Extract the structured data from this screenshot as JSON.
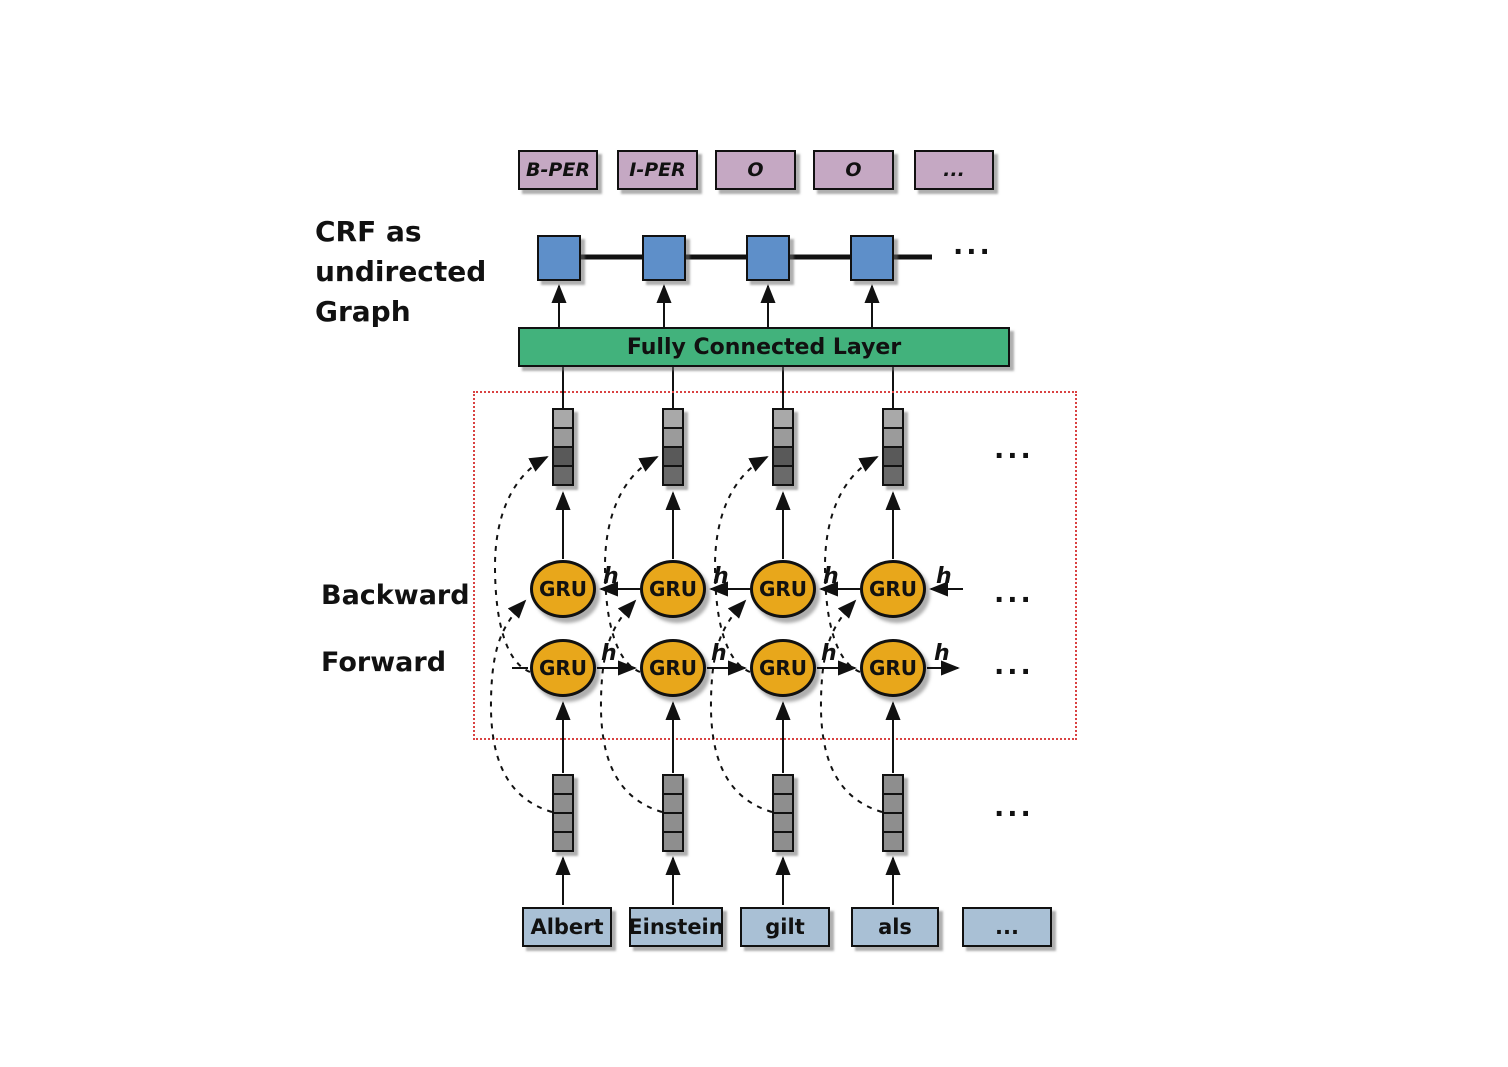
{
  "caption": {
    "lines": [
      "CRF as",
      "undirected",
      "Graph"
    ]
  },
  "row_labels": {
    "backward": "Backward",
    "forward": "Forward"
  },
  "fc_layer": {
    "label": "Fully Connected Layer"
  },
  "output_tags": [
    "B-PER",
    "I-PER",
    "O",
    "O",
    "..."
  ],
  "words": [
    "Albert",
    "Einstein",
    "gilt",
    "als",
    "..."
  ],
  "gru_label": "GRU",
  "hidden_label": "h",
  "ellipsis": "...",
  "colors": {
    "tag_box": "#c5a8c3",
    "crf_node": "#5e8fc9",
    "fc_bar": "#42b27c",
    "gru_node": "#e8a71b",
    "word_box": "#a9c0d5",
    "embed_cell": "#8e8e8e",
    "concat_cells": [
      "#a9a9a9",
      "#9b9b9b",
      "#595959",
      "#6a6a6a"
    ],
    "region_border": "#d94242",
    "line": "#111111"
  }
}
